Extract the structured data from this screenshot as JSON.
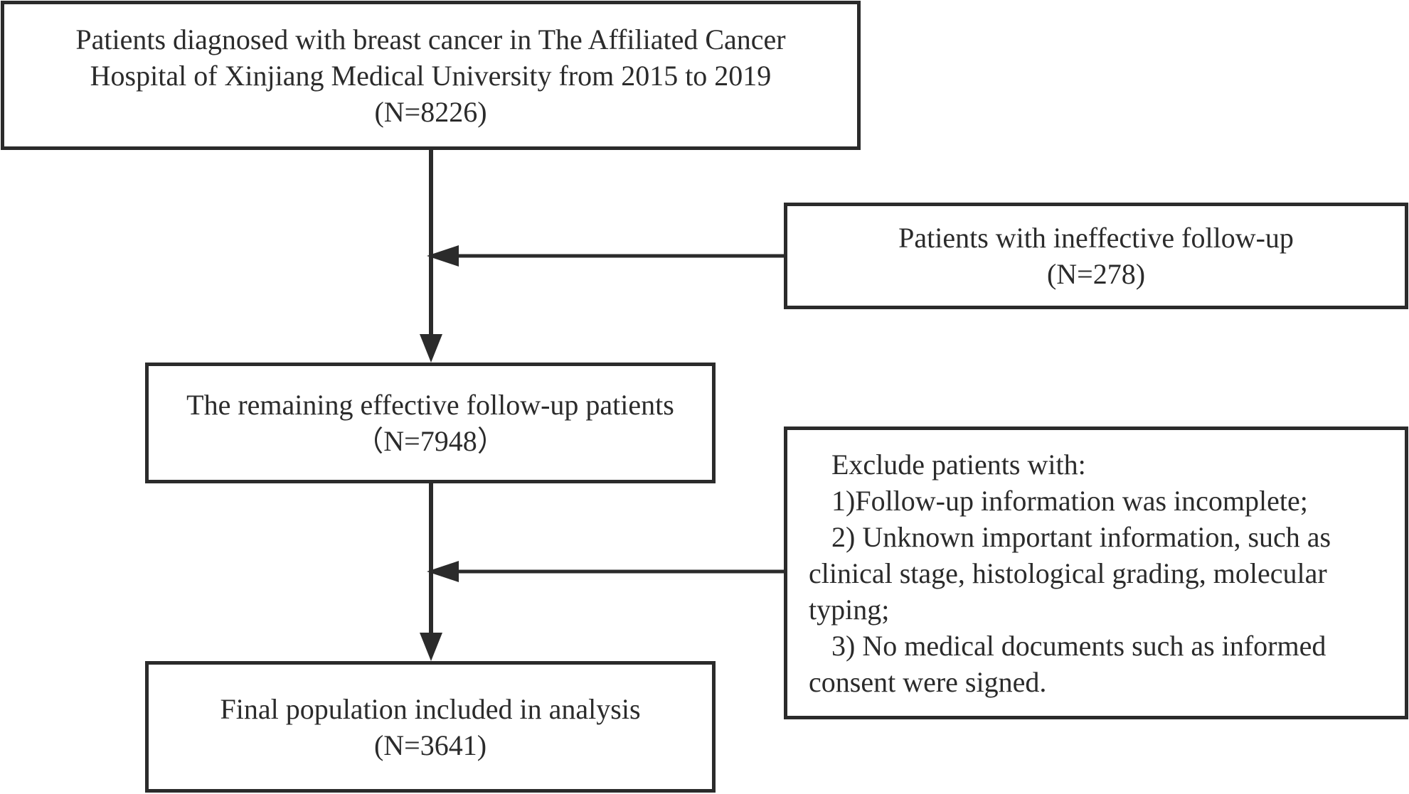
{
  "source_box": {
    "lines": [
      "Patients diagnosed with breast cancer in The Affiliated Cancer",
      "Hospital of Xinjiang Medical University from 2015 to 2019",
      "(N=8226)"
    ]
  },
  "exclusion_1": {
    "lines": [
      "Patients with ineffective follow-up",
      "(N=278)"
    ]
  },
  "remaining_box": {
    "lines": [
      "The remaining effective follow-up patients",
      "（N=7948）"
    ]
  },
  "exclusion_2": {
    "lines": [
      "Exclude patients with:",
      "1)Follow-up information was incomplete;",
      "2) Unknown important information, such as",
      "clinical stage, histological grading, molecular",
      "typing;",
      "3) No medical documents such as informed",
      "consent were signed."
    ]
  },
  "final_box": {
    "lines": [
      "Final population included in analysis",
      "(N=3641)"
    ]
  },
  "colors": {
    "stroke": "#2b2b2b",
    "background": "#ffffff"
  }
}
